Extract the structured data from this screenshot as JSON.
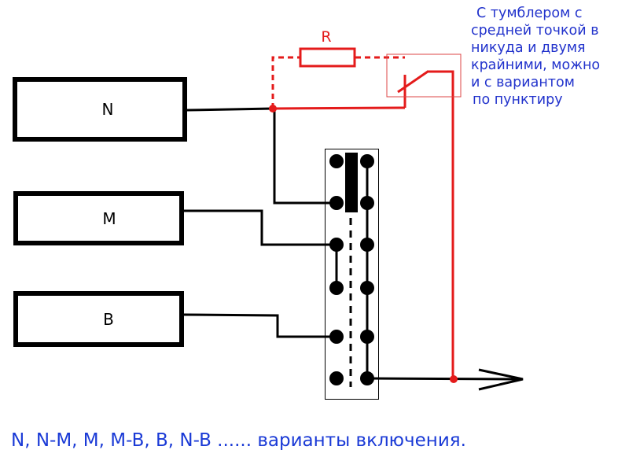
{
  "diagram": {
    "loads": [
      {
        "id": "N",
        "label": "N"
      },
      {
        "id": "M",
        "label": "M"
      },
      {
        "id": "B",
        "label": "B"
      }
    ],
    "resistor_label": "R",
    "switch_panel": {
      "positions_per_column": 6,
      "columns": 2
    },
    "colors": {
      "wire": "#000000",
      "addon_wire": "#e41b1b",
      "note_text": "#2233cc",
      "caption_text": "#1a3ad6"
    }
  },
  "note": {
    "lines": [
      "С тумблером с",
      "средней точкой в",
      "никуда и двумя",
      "крайними, можно",
      "и с вариантом",
      "по пунктиру"
    ]
  },
  "caption": "N, N-M, M, M-B, B, N-B ...... варианты включения."
}
